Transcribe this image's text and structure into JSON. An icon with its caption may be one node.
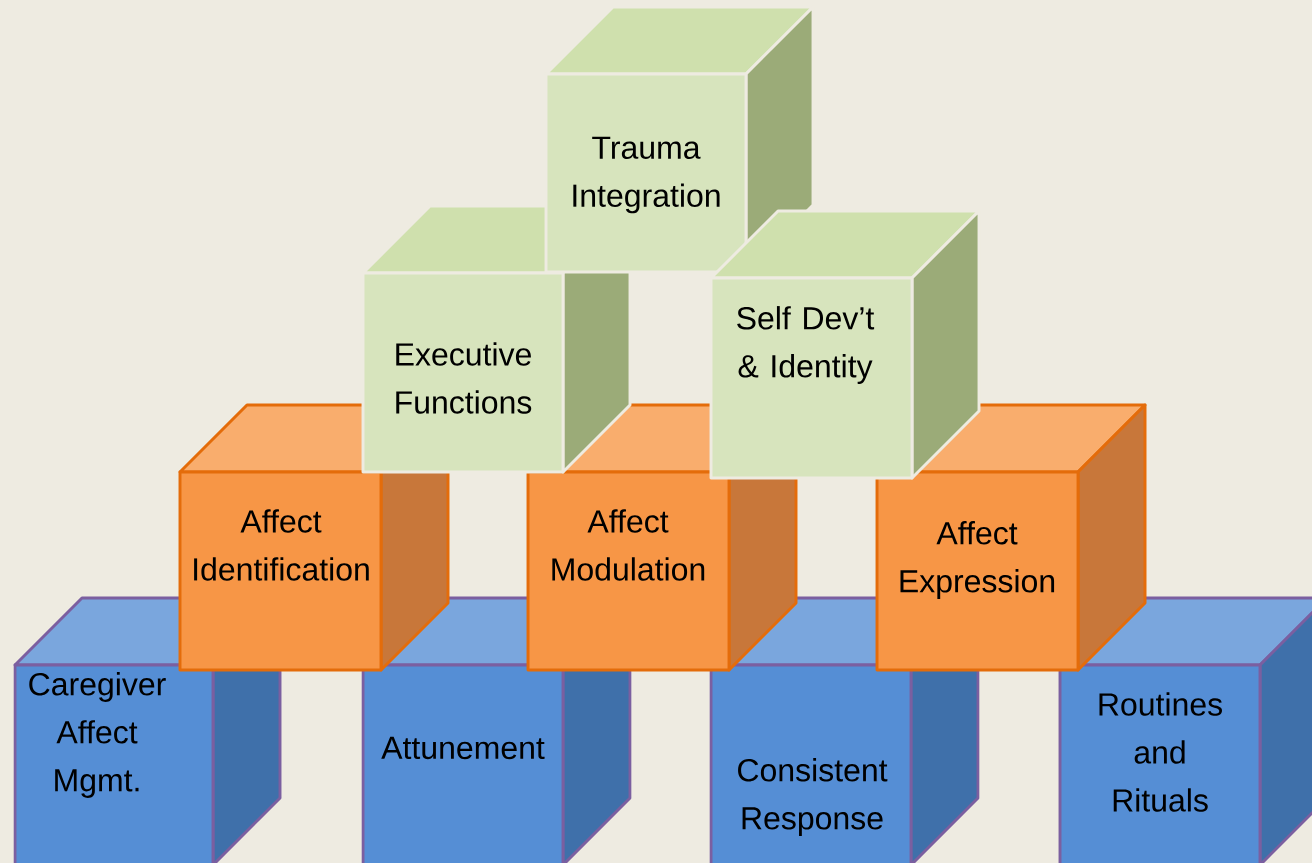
{
  "diagram": {
    "nodes": [
      {
        "text": [
          "Trauma Integration"
        ]
      },
      {
        "text": [
          "Executive Functions"
        ]
      },
      {
        "text": [
          "Self Dev’t & Identity"
        ]
      },
      {
        "text": [
          "Affect Identification"
        ]
      },
      {
        "text": [
          "Affect Modulation"
        ]
      },
      {
        "text": [
          "Affect Expression"
        ]
      },
      {
        "text": [
          "Caregiver Affect Mgmt."
        ]
      },
      {
        "text": [
          "Attunement"
        ]
      },
      {
        "text": [
          "Consistent Response"
        ]
      },
      {
        "text": [
          "Routines and Rituals"
        ]
      }
    ]
  }
}
